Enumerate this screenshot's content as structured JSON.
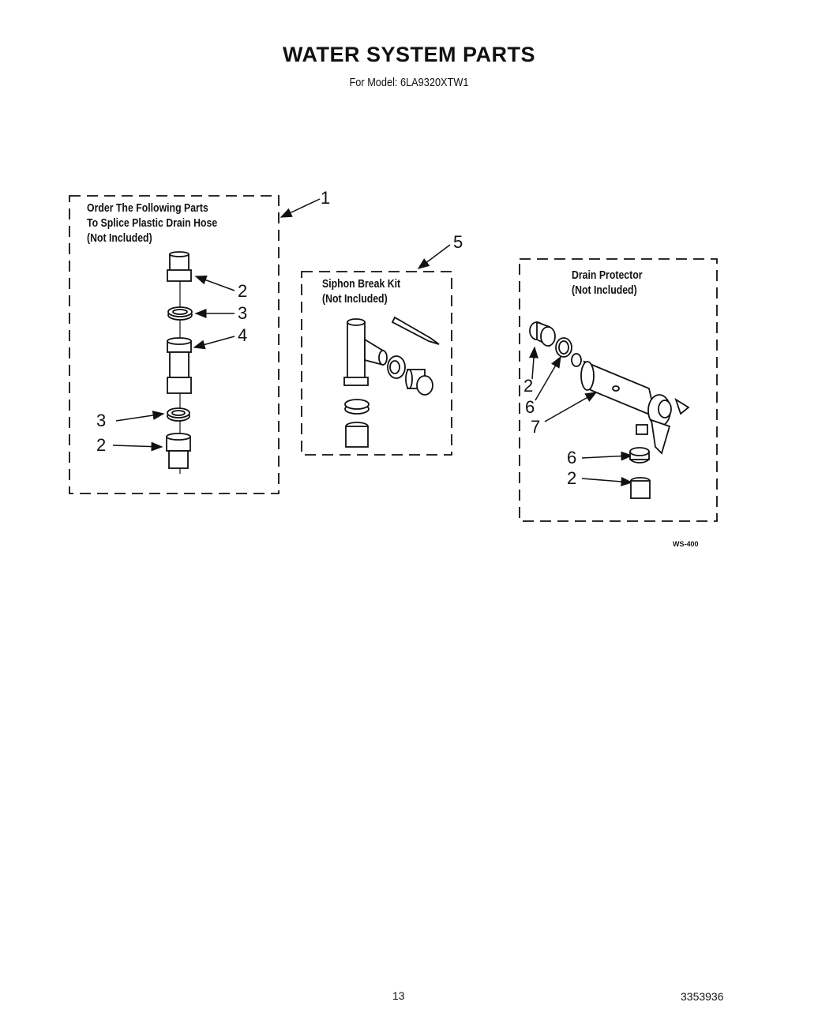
{
  "header": {
    "title": "WATER SYSTEM PARTS",
    "subtitle": "For Model: 6LA9320XTW1"
  },
  "boxes": [
    {
      "id": "splice",
      "lines": [
        "Order The Following Parts",
        "To Splice Plastic Drain Hose",
        "(Not Included)"
      ],
      "callout": "1"
    },
    {
      "id": "siphon",
      "lines": [
        "Siphon Break Kit",
        "(Not Included)"
      ],
      "callout": "5"
    },
    {
      "id": "drain",
      "lines": [
        "Drain Protector",
        "(Not Included)"
      ]
    }
  ],
  "callouts": {
    "splice": [
      "2",
      "3",
      "4",
      "3",
      "2"
    ],
    "drain": [
      "2",
      "6",
      "7",
      "6",
      "2"
    ]
  },
  "figure_code": "WS-400",
  "footer": {
    "page": "13",
    "doc_number": "3353936"
  }
}
